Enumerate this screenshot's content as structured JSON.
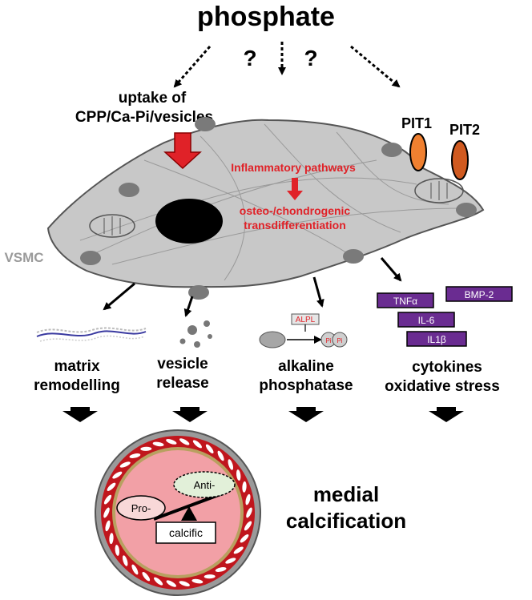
{
  "title": "phosphate",
  "question_marks": [
    "?",
    "?"
  ],
  "uptake_label": [
    "uptake of",
    "CPP/Ca-Pi/vesicles"
  ],
  "transporters": [
    "PIT1",
    "PIT2"
  ],
  "cell_label": "VSMC",
  "inflammatory_label": "Inflammatory pathways",
  "transdiff_label": [
    "osteo-/chondrogenic",
    "transdifferentiation"
  ],
  "alpl_label": "ALPL",
  "pi_label": "Pi",
  "cytokines": [
    "TNFα",
    "BMP-2",
    "IL-6",
    "IL1β"
  ],
  "outcomes": [
    [
      "matrix",
      "remodelling"
    ],
    [
      "vesicle",
      "release"
    ],
    [
      "alkaline",
      "phosphatase"
    ],
    [
      "cytokines",
      "oxidative stress"
    ]
  ],
  "balance": {
    "pro": "Pro-",
    "anti": "Anti-",
    "fulcrum": "calcific"
  },
  "result_label": [
    "medial",
    "calcification"
  ],
  "colors": {
    "red": "#e02228",
    "dark_red": "#b31b1b",
    "cell_fill": "#c8c8c8",
    "purple": "#6a2c91",
    "pit1": "#f08030",
    "pit2": "#d05a20",
    "lumen": "#f2a0a6",
    "vessel_ring": "#c0161d",
    "grey_text": "#9a9a9a"
  }
}
